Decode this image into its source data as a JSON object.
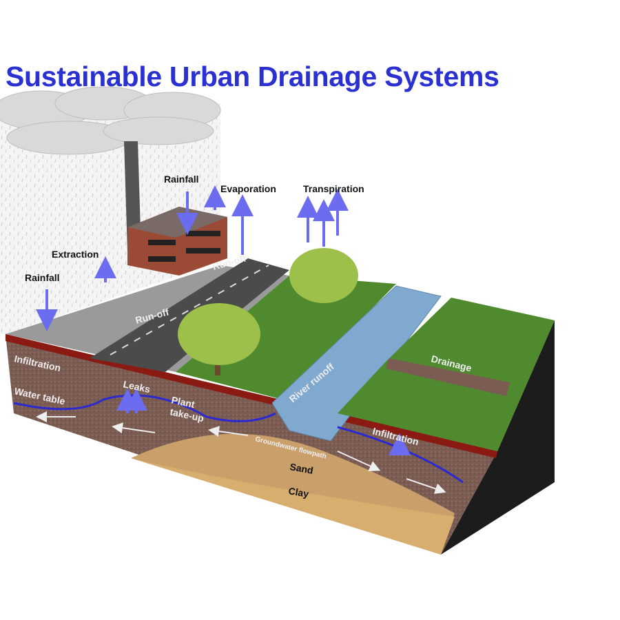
{
  "title": "Sustainable Urban Drainage Systems",
  "labels": {
    "rainfall_top": "Rainfall",
    "evaporation": "Evaporation",
    "transpiration": "Transpiration",
    "extraction": "Extraction",
    "rainfall_left": "Rainfall",
    "runoff_upper": "Run-off",
    "runoff_lower": "Run-off",
    "infiltration_left": "Infiltration",
    "leaks": "Leaks",
    "water_table": "Water table",
    "plant_takeup_1": "Plant",
    "plant_takeup_2": "take-up",
    "river_runoff": "River runoff",
    "drainage": "Drainage",
    "infiltration_right": "Infiltration",
    "groundwater_flowpath": "Groundwater flowpath",
    "sand": "Sand",
    "clay": "Clay"
  },
  "colors": {
    "title": "#2b30d2",
    "arrow": "#6b6cf0",
    "water_table": "#2a2ad0",
    "grass": "#4f8a2e",
    "soil": "#7a5a4e",
    "clay": "#d6a866",
    "river": "#7fa9cf"
  }
}
